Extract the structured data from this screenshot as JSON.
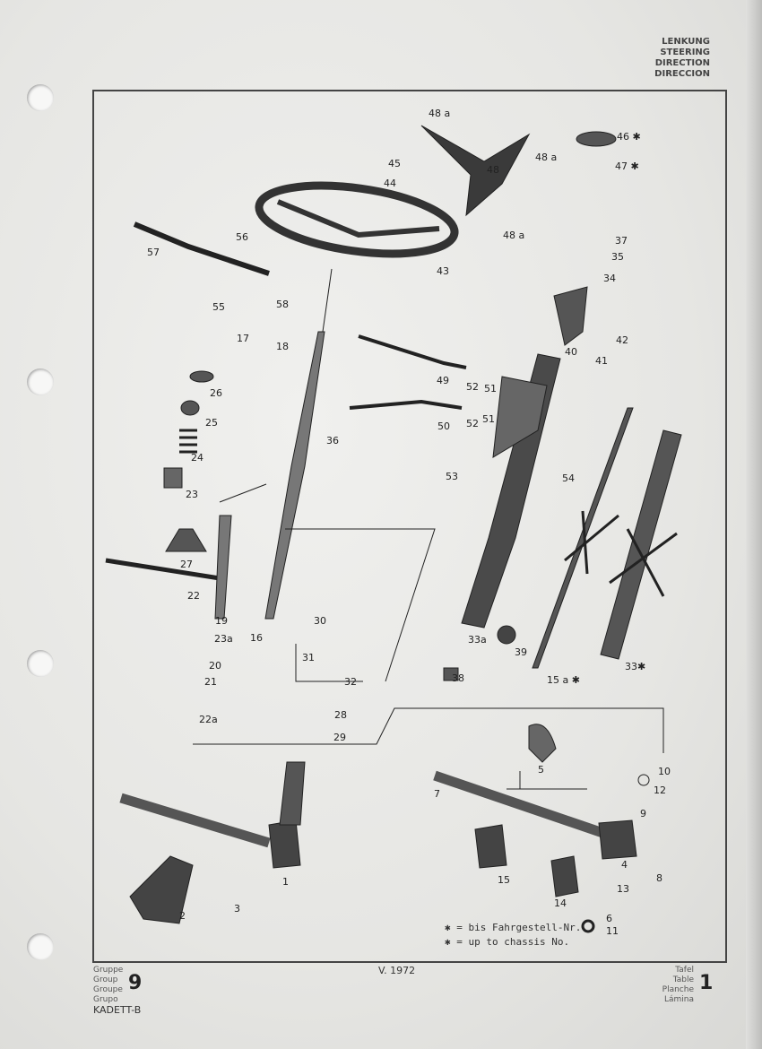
{
  "header": {
    "lines": [
      "LENKUNG",
      "STEERING",
      "DIRECTION",
      "DIRECCION"
    ]
  },
  "callouts": [
    "48 a",
    "46 ✱",
    "45",
    "48",
    "48 a",
    "47 ✱",
    "44",
    "48 a",
    "57",
    "56",
    "37",
    "35",
    "34",
    "43",
    "55",
    "58",
    "17",
    "18",
    "42",
    "40",
    "41",
    "26",
    "49",
    "52",
    "51",
    "25",
    "36",
    "50",
    "52",
    "51",
    "24",
    "53",
    "54",
    "23",
    "27",
    "22",
    "30",
    "19",
    "23a",
    "16",
    "33a",
    "39",
    "31",
    "20",
    "32",
    "38",
    "15 a ✱",
    "33✱",
    "21",
    "28",
    "22a",
    "29",
    "5",
    "10",
    "12",
    "7",
    "9",
    "1",
    "15",
    "4",
    "13",
    "8",
    "14",
    "2",
    "3",
    "6",
    "11"
  ],
  "notes": [
    "✱  = bis Fahrgestell-Nr.",
    "✱  = up to chassis No."
  ],
  "footer": {
    "group_labels": [
      "Gruppe",
      "Group",
      "Groupe",
      "Grupo"
    ],
    "group_number": "9",
    "model": "KADETT-B",
    "version": "V. 1972",
    "table_labels": [
      "Tafel",
      "Table",
      "Planche",
      "Lámina"
    ],
    "table_number": "1"
  }
}
